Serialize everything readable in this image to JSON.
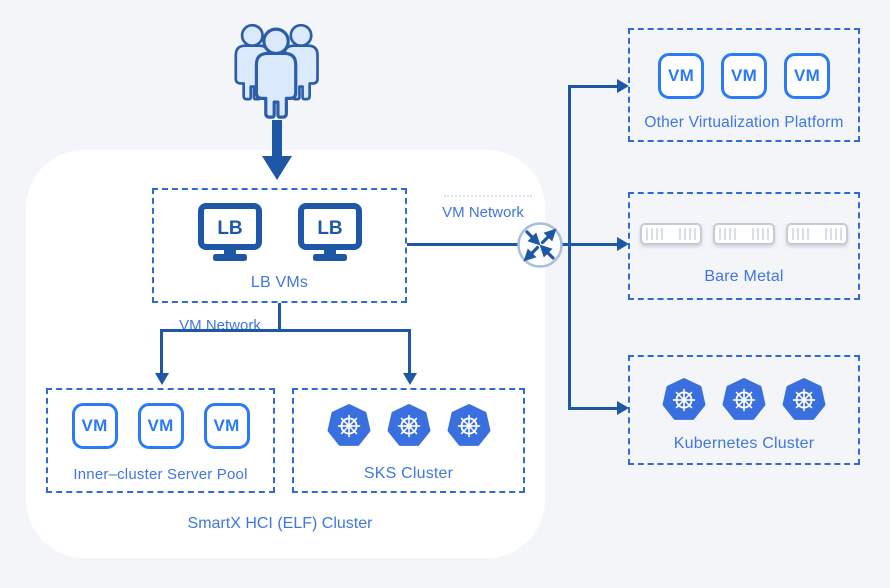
{
  "colors": {
    "background": "#f3f5f9",
    "container": "#ffffff",
    "dark_blue": "#1d57a6",
    "bright_blue": "#2b7bf6",
    "kubernetes_blue": "#3a6fe0",
    "dashed_border": "#2f6bd0",
    "label_text": "#4076e0",
    "server_gray": "#c5cbd8"
  },
  "icons": {
    "users": "users-group-icon",
    "down_arrow": "down-arrow-icon",
    "router": "router-icon",
    "lb_monitor_text": "LB",
    "vm_text": "VM",
    "kubernetes": "kubernetes-wheel-icon",
    "server": "server-icon"
  },
  "lb_box": {
    "label": "LB VMs",
    "monitor_count": 2
  },
  "network": {
    "right_label": "VM Network",
    "left_label": "VM Network"
  },
  "inner_cluster_box": {
    "label": "Inner–cluster Server Pool",
    "vm_count": 3
  },
  "sks_box": {
    "label": "SKS Cluster",
    "node_count": 3
  },
  "container_label": "SmartX HCI (ELF) Cluster",
  "other_virt_box": {
    "label": "Other Virtualization Platform",
    "vm_count": 3
  },
  "bare_metal_box": {
    "label": "Bare Metal",
    "server_count": 3
  },
  "kubernetes_box": {
    "label": "Kubernetes Cluster",
    "node_count": 3
  }
}
